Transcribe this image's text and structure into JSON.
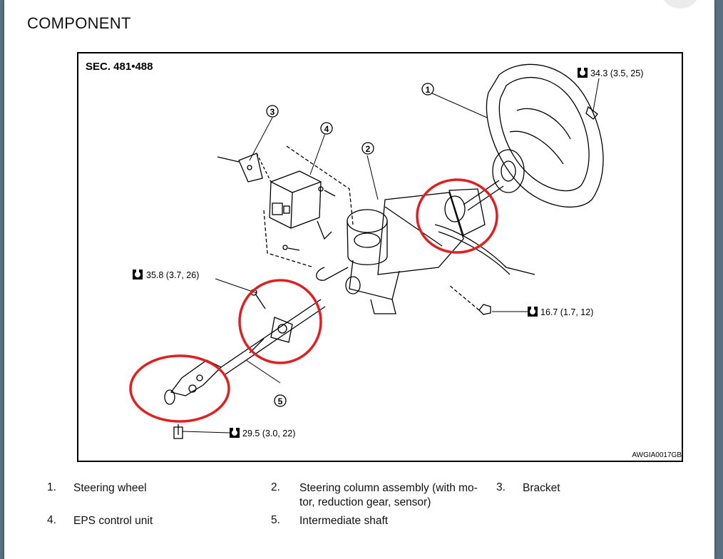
{
  "page": {
    "heading": "COMPONENT"
  },
  "figure": {
    "section": "SEC. 481•488",
    "code": "AWGIA0017GB",
    "callouts": [
      "1",
      "2",
      "3",
      "4",
      "5"
    ],
    "torques": {
      "t1": "34.3 (3.5, 25)",
      "t2": "35.8 (3.7, 26)",
      "t3": "16.7 (1.7, 12)",
      "t4": "29.5 (3.0, 22)"
    },
    "highlight_color": "#e02020"
  },
  "legend": [
    {
      "num": "1.",
      "text": "Steering wheel"
    },
    {
      "num": "2.",
      "text": "Steering column assembly (with mo-",
      "text2": "tor, reduction gear, sensor)"
    },
    {
      "num": "3.",
      "text": "Bracket"
    },
    {
      "num": "4.",
      "text": "EPS control unit"
    },
    {
      "num": "5.",
      "text": "Intermediate shaft"
    }
  ]
}
